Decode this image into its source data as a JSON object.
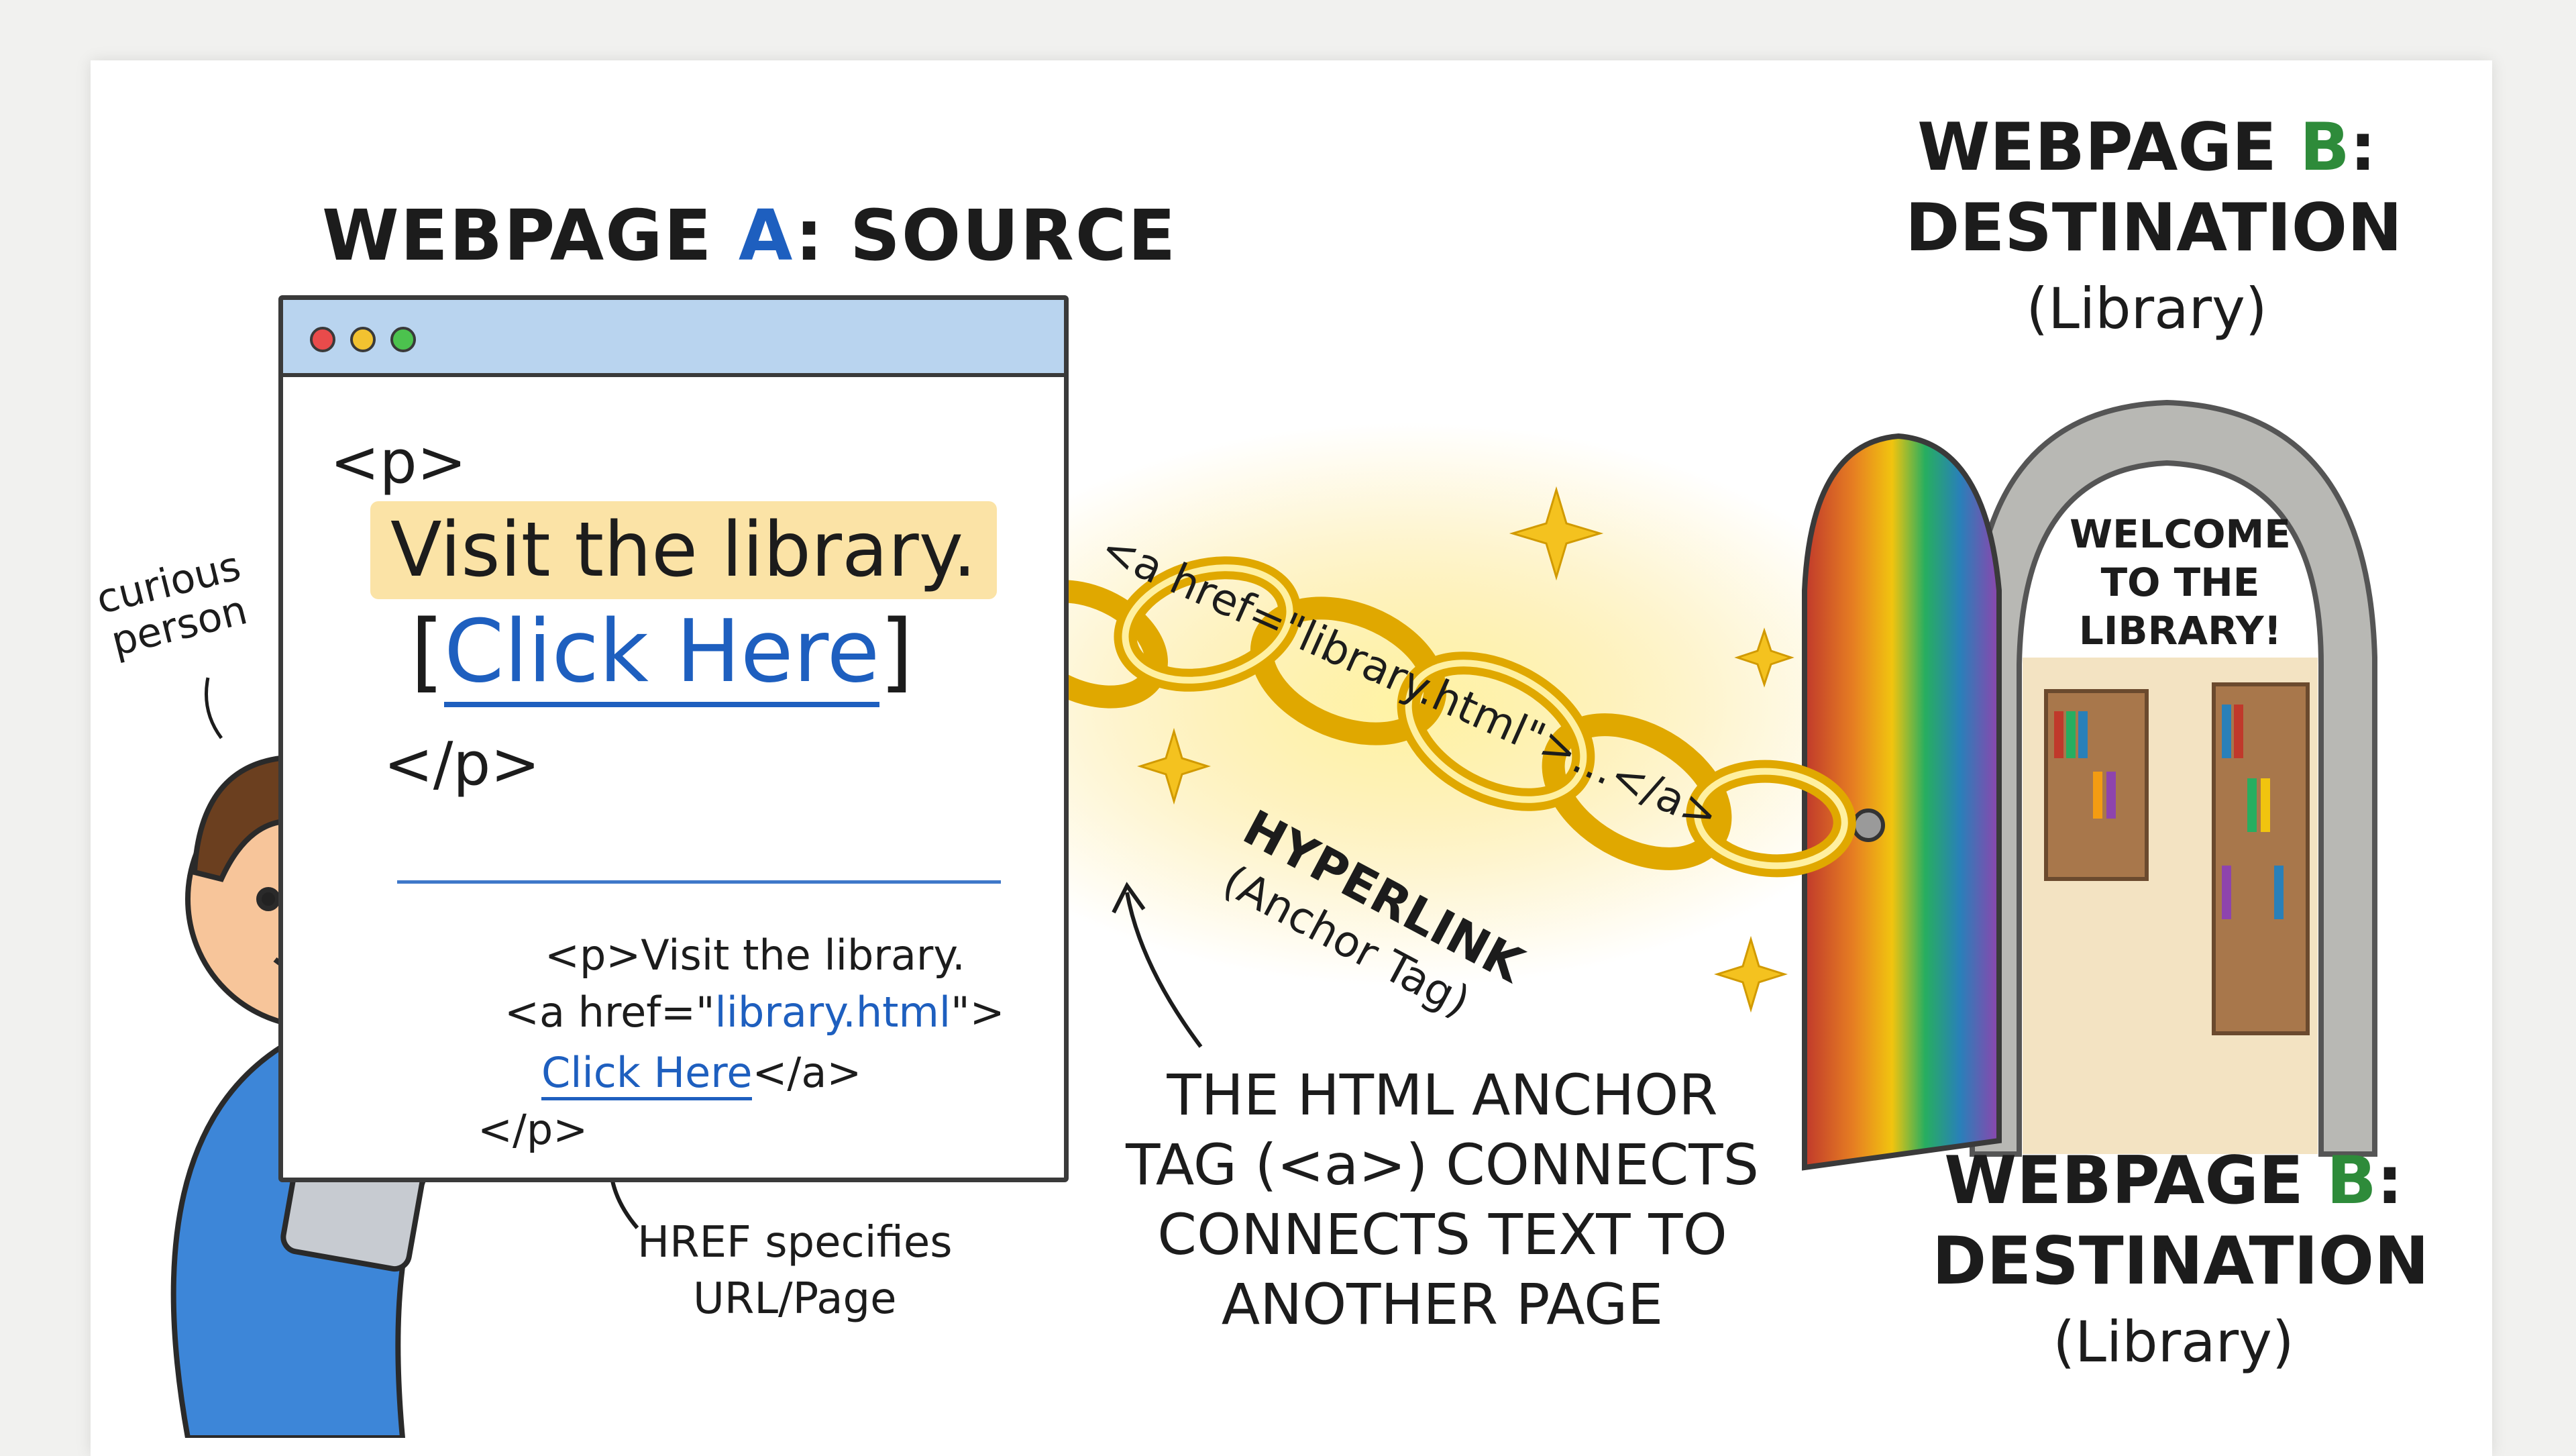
{
  "source": {
    "title_prefix": "WEBPAGE ",
    "title_letter": "A",
    "title_suffix": ": SOURCE",
    "code_open": "<p>",
    "visit_text": "Visit the library.",
    "click_bracket_open": "[",
    "click_text": "Click Here",
    "click_bracket_close": "]",
    "code_close": "</p>",
    "source_lines": {
      "line1": "<p>Visit the library.",
      "line2_pre": "<a href=\"",
      "line2_link": "library.html",
      "line2_post": "\">",
      "line3_link": "Click Here",
      "line3_post": "</a>",
      "line4": "</p>"
    }
  },
  "annotations": {
    "curious_1": "curious",
    "curious_2": "person",
    "href_note_1": "HREF specifies",
    "href_note_2": "URL/Page"
  },
  "link": {
    "anchor_code": "<a href=\"library.html\">...</a>",
    "hyperlink_label": "HYPERLINK",
    "hyperlink_sub": "(Anchor Tag)"
  },
  "caption": {
    "line1": "THE HTML ANCHOR",
    "line2": "TAG (<a>) CONNECTS",
    "line3": "CONNECTS TEXT TO",
    "line4": "ANOTHER PAGE"
  },
  "destination": {
    "title_prefix": "WEBPAGE ",
    "title_letter": "B",
    "title_suffix": ":",
    "title_line2": "DESTINATION",
    "title_line3": "(Library)",
    "welcome_1": "WELCOME",
    "welcome_2": "TO THE",
    "welcome_3": "LIBRARY!"
  },
  "colors": {
    "accent_blue": "#1e5fbf",
    "accent_green": "#2e8b3a",
    "chain_gold": "#f4c21f",
    "highlight": "#fbe3a6"
  }
}
